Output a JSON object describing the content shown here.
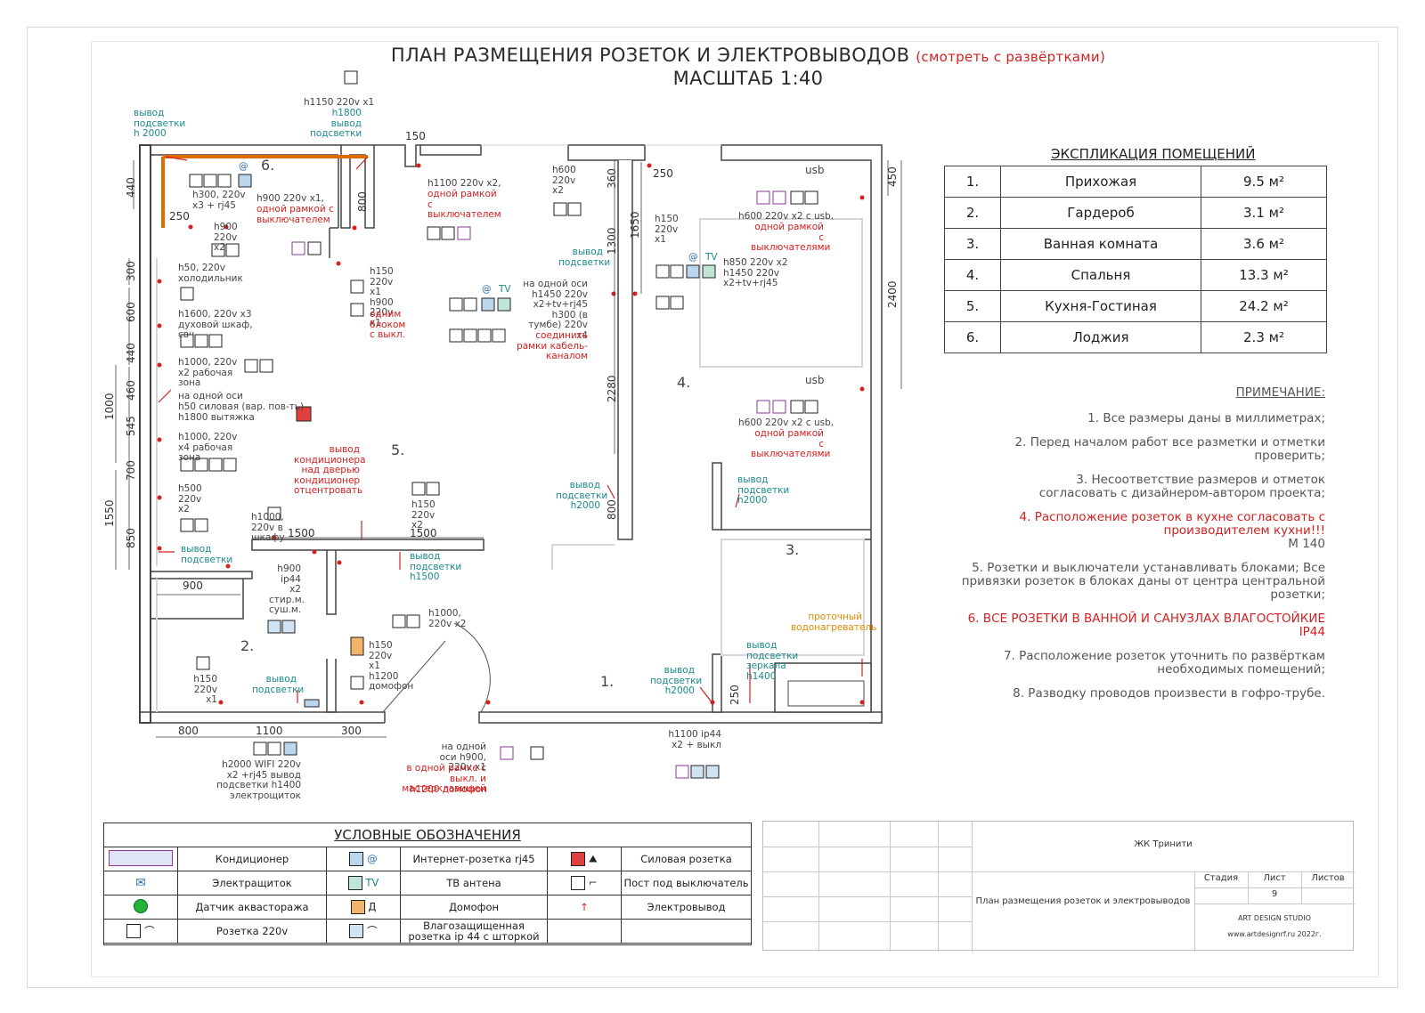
{
  "title": {
    "main": "ПЛАН РАЗМЕЩЕНИЯ РОЗЕТОК И ЭЛЕКТРОВЫВОДОВ",
    "note": "(смотреть с развёртками)",
    "scale": "МАСШТАБ 1:40"
  },
  "explication": {
    "title": "ЭКСПЛИКАЦИЯ ПОМЕЩЕНИЙ",
    "rows": [
      {
        "num": "1.",
        "name": "Прихожая",
        "area": "9.5 м²"
      },
      {
        "num": "2.",
        "name": "Гардероб",
        "area": "3.1 м²"
      },
      {
        "num": "3.",
        "name": "Ванная комната",
        "area": "3.6 м²"
      },
      {
        "num": "4.",
        "name": "Спальня",
        "area": "13.3 м²"
      },
      {
        "num": "5.",
        "name": "Кухня-Гостиная",
        "area": "24.2 м²"
      },
      {
        "num": "6.",
        "name": "Лоджия",
        "area": "2.3 м²"
      }
    ]
  },
  "notes": {
    "title": "ПРИМЕЧАНИЕ:",
    "n1": "1. Все размеры даны в миллиметрах;",
    "n2": "2. Перед началом работ все разметки и отметки проверить;",
    "n3": "3. Несоответствие размеров и отметок согласовать с дизайнером-автором проекта;",
    "n4": "4. Расположение розеток в кухне согласовать с производителем кухни!!!",
    "n4b": "М 140",
    "n5": "5. Розетки и выключатели устанавливать блоками; Все привязки розеток в блоках даны от центра центральной розетки;",
    "n6": "6. ВСЕ РОЗЕТКИ В ВАННОЙ И САНУЗЛАХ ВЛАГОСТОЙКИЕ IP44",
    "n7": "7. Расположение розеток уточнить по развёрткам необходимых помещений;",
    "n8": "8. Разводку проводов произвести в гофро-трубе."
  },
  "rooms": {
    "r1": "1.",
    "r2": "2.",
    "r3": "3.",
    "r4": "4.",
    "r5": "5.",
    "r6": "6."
  },
  "labels": {
    "l_loggia_light": "вывод подсветки h 2000",
    "l_top_center": "h1150 220v x1",
    "l_top_center2": "h1800 вывод подсветки",
    "l_loggia_sock": "h300, 220v x3 + rj45",
    "l_h900": "h900 220v x2",
    "l_h900_switch1": "h900 220v x1,",
    "l_h900_switch2": "одной рамкой с выключателем",
    "l_h1100_1": "h1100 220v x2,",
    "l_h1100_2": "одной рамкой с выключателем",
    "l_h600": "h600 220v x2",
    "l_h150_bed": "h150 220v x1",
    "l_usb1_1": "h600 220v x2 с usb,",
    "l_usb1_2": "одной рамкой с выключателями",
    "l_tv_bed": "h850 220v x2 h1450 220v x2+tv+rj45",
    "l_usb2_1": "h600 220v x2 с usb,",
    "l_usb2_2": "одной рамкой с выключателями",
    "l_fridge": "h50, 220v холодильник",
    "l_oven": "h1600, 220v x3 духовой шкаф, свч",
    "l_work1": "h1000, 220v x2 рабочая зона",
    "l_axis1": "на одной оси",
    "l_axis2": "h50 силовая (вар. пов-ть)",
    "l_axis3": "h1800 вытяжка",
    "l_work2": "h1000, 220v x4 рабочая зона",
    "l_h500": "h500 220v x2",
    "l_h1000_cab": "h1000, 220v в шкафу",
    "l_light_left": "вывод подсветки",
    "l_h150_hall": "h150 220v x1 h900 220v x1",
    "l_one_block": "одним блоком с выкл.",
    "l_tv_living1": "на одной оси h1450 220v x2+tv+rj45 h300 (в тумбе) 220v x4",
    "l_tv_living2": "соединить рамки кабель-каналом",
    "l_living_light": "вывод подсветки",
    "l_cond": "вывод кондиционера над дверью кондиционер отцентровать",
    "l_h150_x2": "h150 220v x2",
    "l_light_1500": "вывод подсветки h1500",
    "l_light_2000a": "вывод подсветки h2000",
    "l_light_2000b": "вывод подсветки h2000",
    "l_wm": "h900 ip44 x2 стир.м. суш.м.",
    "l_h1000x2": "h1000, 220v x2",
    "l_intercom": "h150 220v x1 h1200 домофон",
    "l_wardrobe_sock": "h150 220v x1",
    "l_wardrobe_light": "вывод подсветки",
    "l_boiler": "проточный водонагреватель",
    "l_mirror": "вывод подсветки зеркала h1400",
    "l_light_hall": "вывод подсветки h2000",
    "l_wifi": "h2000 WIFI 220v x2 +rj45 вывод подсветки h1400 электрощиток",
    "l_axis_master1": "на одной оси h900, 220v x1",
    "l_axis_master2": "в одной рамке с выкл. и мастерклавишей",
    "l_axis_master3": "h1200 домофон",
    "l_bath_ip": "h1100 ip44 x2 + выкл",
    "usb": "usb",
    "tv": "TV",
    "at": "@"
  },
  "dims": {
    "d440": "440",
    "d300": "300",
    "d600": "600",
    "d440b": "440",
    "d460": "460",
    "d545": "545",
    "d1000": "1000",
    "d700": "700",
    "d1550": "1550",
    "d850": "850",
    "d250a": "250",
    "d800": "800",
    "d150": "150",
    "d360": "360",
    "d250b": "250",
    "d1650": "1650",
    "d1300": "1300",
    "d2280": "2280",
    "d800b": "800",
    "d450": "450",
    "d2400": "2400",
    "d1500a": "1500",
    "d1500b": "1500",
    "d900": "900",
    "d800c": "800",
    "d1100": "1100",
    "d300b": "300",
    "d250c": "250"
  },
  "legend": {
    "title": "УСЛОВНЫЕ ОБОЗНАЧЕНИЯ",
    "c1": "Кондиционер",
    "c2": "Интернет-розетка rj45",
    "c3": "Силовая розетка",
    "c4": "Электращиток",
    "c5": "ТВ антена",
    "c6": "Пост под выключатель",
    "c7": "Датчик аквастоража",
    "c8": "Домофон",
    "c9": "Электровывод",
    "c10": "Розетка 220v",
    "c11": "Влагозащищенная розетка ip 44 с шторкой",
    "m_at": "@",
    "m_tv": "TV",
    "m_d": "Д"
  },
  "stamp": {
    "project": "ЖК Тринити",
    "sheet_name": "План размещения розеток и электровыводов",
    "stage_h": "Стадия",
    "sheet_h": "Лист",
    "sheets_h": "Листов",
    "sheet_no": "9",
    "studio": "ART DESIGN STUDIO",
    "site": "www.artdesignrf.ru 2022г."
  },
  "colors": {
    "wall": "#8a8a8a",
    "red": "#d42020",
    "teal": "#1b8a8a",
    "orange": "#e06b00",
    "purple": "#8a3a9a"
  }
}
